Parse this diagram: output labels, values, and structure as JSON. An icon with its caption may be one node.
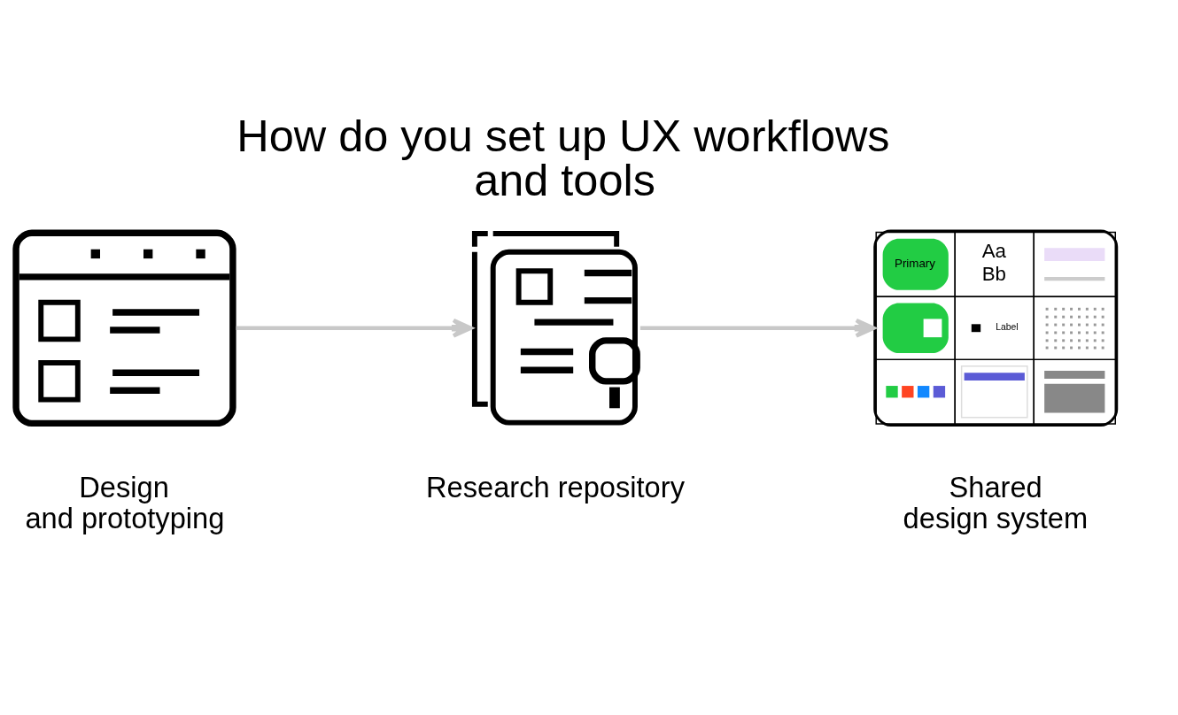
{
  "diagram": {
    "title": "How do you set up UX workflows and tools",
    "nodes": [
      {
        "text": [],
        "shape": "picture",
        "beside": [
          "Design and prototyping"
        ]
      },
      {
        "text": [],
        "shape": "picture",
        "beside": [
          "Research repository"
        ]
      },
      {
        "text": [],
        "shape": "picture",
        "beside": [
          "Shared design system"
        ]
      }
    ],
    "edges": [
      {
        "from": 0,
        "to": 1,
        "arrow": "to"
      },
      {
        "from": 1,
        "to": 2,
        "arrow": "to"
      }
    ],
    "labels": [
      "Primary",
      "Aa Bb",
      "Label"
    ]
  }
}
